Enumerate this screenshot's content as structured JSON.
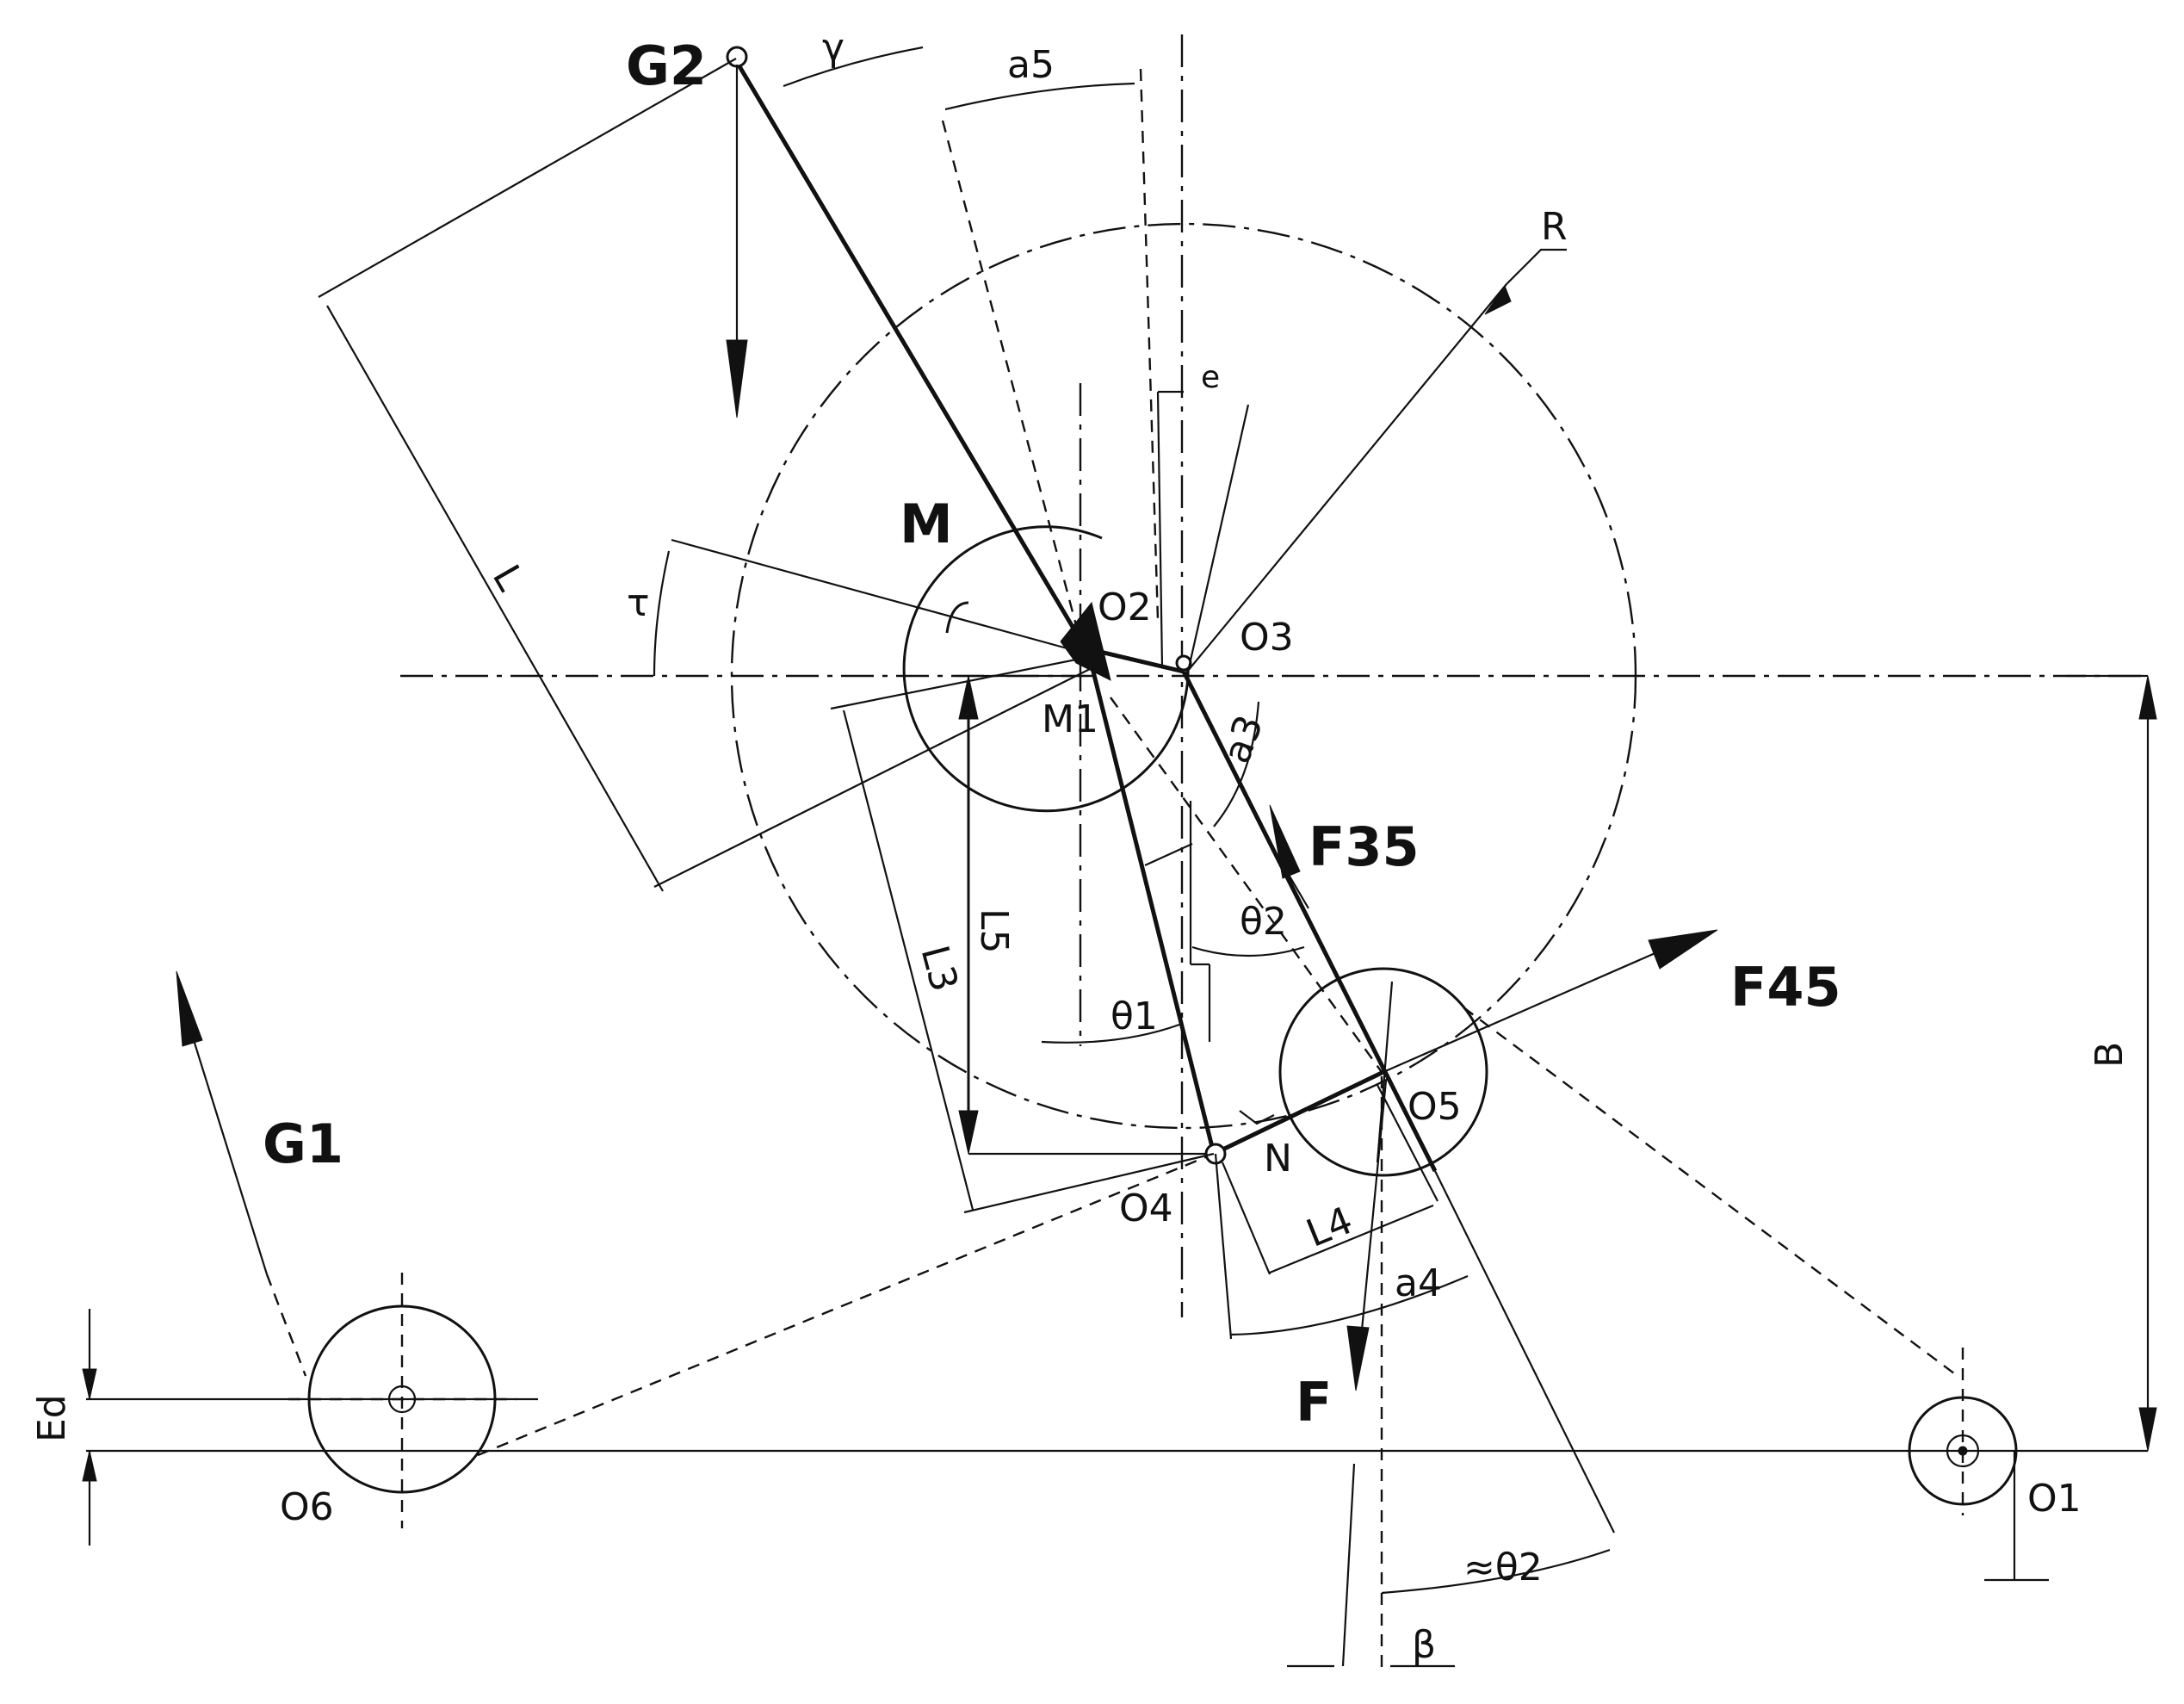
{
  "labels": {
    "G2": "G2",
    "G1": "G1",
    "M": "M",
    "R": "R",
    "O1": "O1",
    "O2": "O2",
    "O3": "O3",
    "O4": "O4",
    "O5": "O5",
    "O6": "O6",
    "M1": "M1",
    "N": "N",
    "F": "F",
    "F35": "F35",
    "F45": "F45",
    "B": "B",
    "L": "L",
    "L3": "L3",
    "L4": "L4",
    "L5": "L5",
    "gamma": "γ",
    "tau": "τ",
    "a3": "a3",
    "a4": "a4",
    "a5": "a5",
    "e": "e",
    "theta1": "θ1",
    "theta2": "θ2",
    "approx_theta2": "≈θ2",
    "beta": "β",
    "Ed": "Ed"
  }
}
